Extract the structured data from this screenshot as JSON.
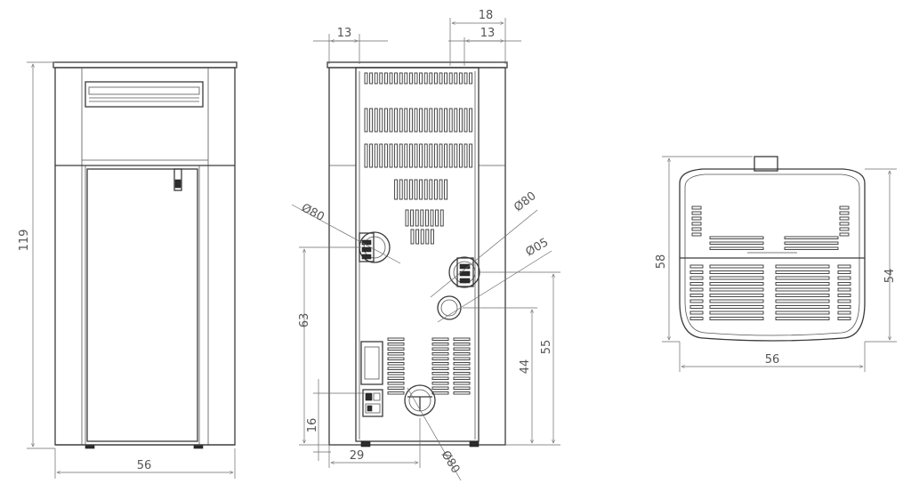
{
  "front_view": {
    "height": "119",
    "width": "56"
  },
  "rear_view": {
    "top_offset_left": "13",
    "top_offset_right_outer": "18",
    "top_offset_right_inner": "13",
    "pipe_upper_left": "Ø80",
    "pipe_upper_right": "Ø80",
    "pipe_small": "Ø05",
    "pipe_bottom": "Ø80",
    "height_left_pipe": "63",
    "height_right_pipe": "55",
    "height_small_pipe": "44",
    "height_socket": "16",
    "bottom_offset": "29"
  },
  "top_view": {
    "depth_total": "58",
    "depth_body": "54",
    "width": "56"
  }
}
